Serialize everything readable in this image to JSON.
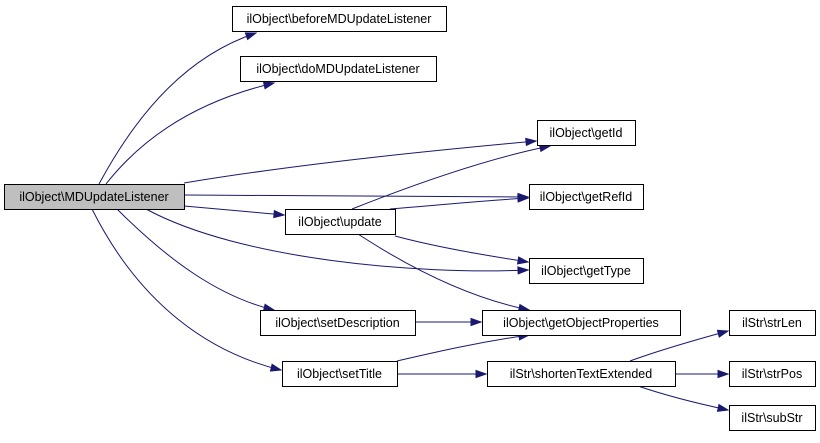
{
  "graph": {
    "nodes": [
      {
        "id": "root",
        "label": "ilObject\\MDUpdateListener",
        "root": true
      },
      {
        "id": "before",
        "label": "ilObject\\beforeMDUpdateListener"
      },
      {
        "id": "domd",
        "label": "ilObject\\doMDUpdateListener"
      },
      {
        "id": "getid",
        "label": "ilObject\\getId"
      },
      {
        "id": "getrefid",
        "label": "ilObject\\getRefId"
      },
      {
        "id": "update",
        "label": "ilObject\\update"
      },
      {
        "id": "gettype",
        "label": "ilObject\\getType"
      },
      {
        "id": "setdesc",
        "label": "ilObject\\setDescription"
      },
      {
        "id": "getobjprops",
        "label": "ilObject\\getObjectProperties"
      },
      {
        "id": "settitle",
        "label": "ilObject\\setTitle"
      },
      {
        "id": "shorten",
        "label": "ilStr\\shortenTextExtended"
      },
      {
        "id": "strlen",
        "label": "ilStr\\strLen"
      },
      {
        "id": "strpos",
        "label": "ilStr\\strPos"
      },
      {
        "id": "substr",
        "label": "ilStr\\subStr"
      }
    ],
    "edges": [
      [
        "root",
        "before"
      ],
      [
        "root",
        "domd"
      ],
      [
        "root",
        "getid"
      ],
      [
        "root",
        "getrefid"
      ],
      [
        "root",
        "update"
      ],
      [
        "root",
        "gettype"
      ],
      [
        "root",
        "setdesc"
      ],
      [
        "root",
        "settitle"
      ],
      [
        "update",
        "getid"
      ],
      [
        "update",
        "getrefid"
      ],
      [
        "update",
        "gettype"
      ],
      [
        "update",
        "getobjprops"
      ],
      [
        "setdesc",
        "getobjprops"
      ],
      [
        "settitle",
        "getobjprops"
      ],
      [
        "settitle",
        "shorten"
      ],
      [
        "shorten",
        "strlen"
      ],
      [
        "shorten",
        "strpos"
      ],
      [
        "shorten",
        "substr"
      ]
    ]
  }
}
